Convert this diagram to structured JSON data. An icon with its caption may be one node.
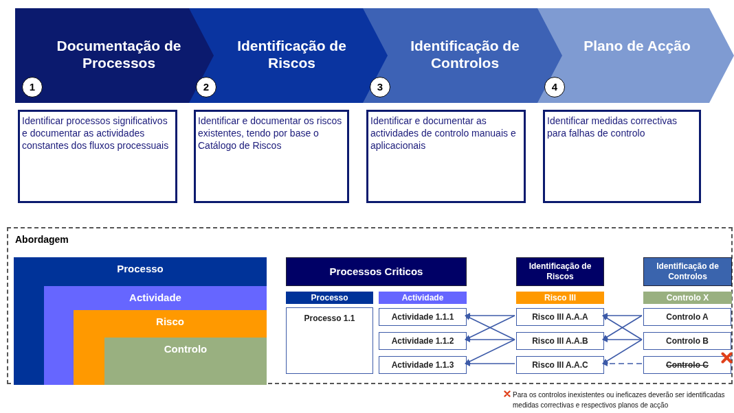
{
  "diagram": {
    "nodes": [
      {
        "text": [
          "Documentação de Processos",
          "1"
        ]
      },
      {
        "text": [
          "Identificação de Riscos",
          "2"
        ]
      },
      {
        "text": [
          "Identificação de Controlos",
          "3"
        ]
      },
      {
        "text": [
          "Plano de Acção",
          "4"
        ]
      },
      {
        "text": [
          "Identificar processos significativos e documentar as actividades constantes dos fluxos processuais"
        ]
      },
      {
        "text": [
          "Identificar e documentar os riscos existentes, tendo por base o Catálogo de Riscos"
        ]
      },
      {
        "text": [
          "Identificar e documentar as actividades de controlo manuais e aplicacionais"
        ]
      },
      {
        "text": [
          "Identificar medidas correctivas para falhas de controlo"
        ]
      },
      {
        "text": [
          "Abordagem"
        ]
      },
      {
        "text": [
          "Processo"
        ],
        "in": 8
      },
      {
        "text": [
          "Actividade"
        ],
        "in": 9
      },
      {
        "text": [
          "Risco"
        ],
        "in": 10
      },
      {
        "text": [
          "Controlo"
        ],
        "in": 11
      },
      {
        "text": [
          "Processos Criticos"
        ],
        "in": 8
      },
      {
        "text": [
          "Processo"
        ],
        "in": 8
      },
      {
        "text": [
          "Actividade"
        ],
        "in": 8
      },
      {
        "text": [
          "Identificação de Riscos"
        ],
        "in": 8
      },
      {
        "text": [
          "Risco III"
        ],
        "in": 8
      },
      {
        "text": [
          "Identificação de Controlos"
        ],
        "in": 8
      },
      {
        "text": [
          "Controlo X"
        ],
        "in": 8
      },
      {
        "text": [
          "Processo 1.1"
        ],
        "in": 8
      },
      {
        "text": [
          "Actividade 1.1.1"
        ],
        "in": 8
      },
      {
        "text": [
          "Actividade 1.1.2"
        ],
        "in": 8
      },
      {
        "text": [
          "Actividade 1.1.3"
        ],
        "in": 8
      },
      {
        "text": [
          "Risco III A.A.A"
        ],
        "in": 8
      },
      {
        "text": [
          "Risco III A.A.B"
        ],
        "in": 8
      },
      {
        "text": [
          "Risco III A.A.C"
        ],
        "in": 8
      },
      {
        "text": [
          "Controlo A"
        ],
        "in": 8
      },
      {
        "text": [
          "Controlo B"
        ],
        "in": 8
      },
      {
        "text": [
          "Controlo C"
        ],
        "in": 8
      }
    ],
    "edges": [
      {
        "from": 24,
        "to": 21,
        "arrow": "to"
      },
      {
        "from": 24,
        "to": 22,
        "arrow": "to"
      },
      {
        "from": 25,
        "to": 21,
        "arrow": "to"
      },
      {
        "from": 25,
        "to": 22,
        "arrow": "to"
      },
      {
        "from": 25,
        "to": 23,
        "arrow": "to"
      },
      {
        "from": 26,
        "to": 23,
        "arrow": "to"
      },
      {
        "from": 27,
        "to": 24,
        "arrow": "to"
      },
      {
        "from": 27,
        "to": 25,
        "arrow": "to"
      },
      {
        "from": 28,
        "to": 24,
        "arrow": "to"
      },
      {
        "from": 28,
        "to": 25,
        "arrow": "to"
      },
      {
        "from": 28,
        "to": 26,
        "arrow": "to"
      },
      {
        "from": 29,
        "to": 26,
        "arrow": "to",
        "style": "dashed"
      }
    ],
    "labels": [
      "Para os controlos inexistentes ou ineficazes deverão ser identificadas medidas correctivas e respectivos planos de acção"
    ]
  }
}
